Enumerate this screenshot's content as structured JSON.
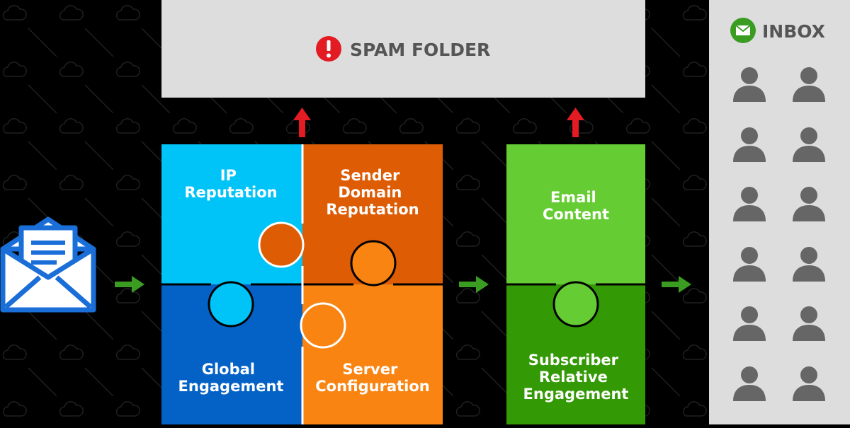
{
  "spam_folder": {
    "label": "SPAM FOLDER",
    "icon": "exclamation-icon"
  },
  "inbox": {
    "label": "INBOX",
    "icon": "envelope-icon",
    "subscriber_icon": "user-icon"
  },
  "sender": {
    "icon": "open-envelope-icon"
  },
  "pieces": {
    "ip_reputation": {
      "lines": [
        "IP",
        "Reputation"
      ],
      "color": "#00c3f8"
    },
    "sender_domain_reputation": {
      "lines": [
        "Sender",
        "Domain",
        "Reputation"
      ],
      "color": "#dd5c04"
    },
    "global_engagement": {
      "lines": [
        "Global",
        "Engagement"
      ],
      "color": "#0462c7"
    },
    "server_configuration": {
      "lines": [
        "Server",
        "Configuration"
      ],
      "color": "#f98412"
    },
    "email_content": {
      "lines": [
        "Email",
        "Content"
      ],
      "color": "#66cc33"
    },
    "subscriber_relative_engagement": {
      "lines": [
        "Subscriber",
        "Relative",
        "Engagement"
      ],
      "color": "#339904"
    }
  },
  "colors": {
    "spam_arrow": "#e31b23",
    "flow_arrow": "#3a9d22",
    "spam_panel": "#dddddd",
    "inbox_panel": "#dddddd",
    "user_icon": "#666666",
    "inbox_badge": "#3a9d22",
    "sender_icon": "#1a6ed8"
  }
}
